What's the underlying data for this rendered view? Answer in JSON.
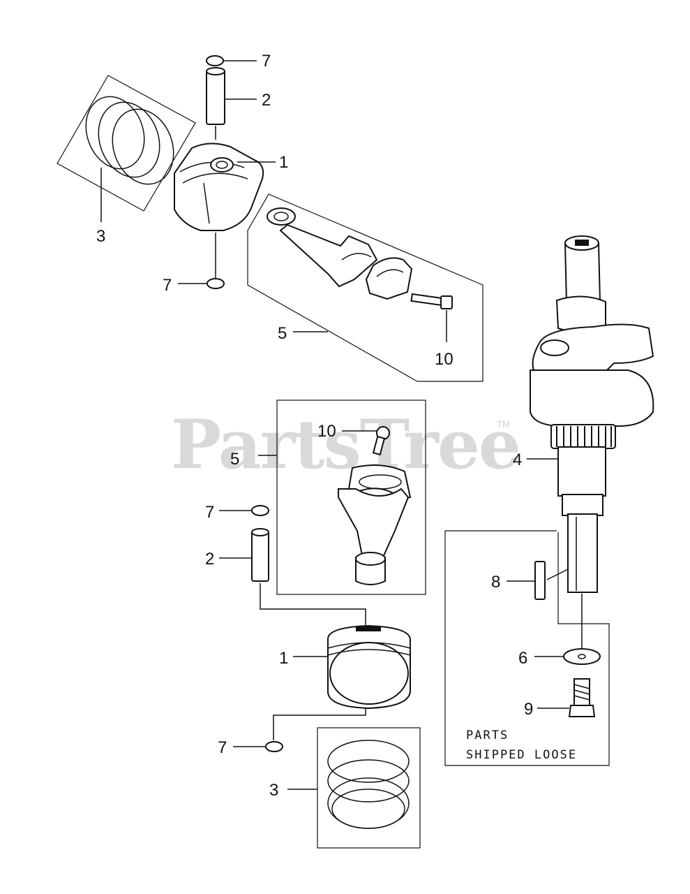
{
  "watermark": {
    "text": "PartsTree",
    "tm": "TM"
  },
  "callouts": {
    "c1a": "1",
    "c1b": "1",
    "c2a": "2",
    "c2b": "2",
    "c3a": "3",
    "c3b": "3",
    "c4": "4",
    "c5a": "5",
    "c5b": "5",
    "c6": "6",
    "c7a": "7",
    "c7b": "7",
    "c7c": "7",
    "c7d": "7",
    "c8": "8",
    "c9": "9",
    "c10a": "10",
    "c10b": "10"
  },
  "note": {
    "line1": "PARTS",
    "line2": "SHIPPED LOOSE"
  }
}
